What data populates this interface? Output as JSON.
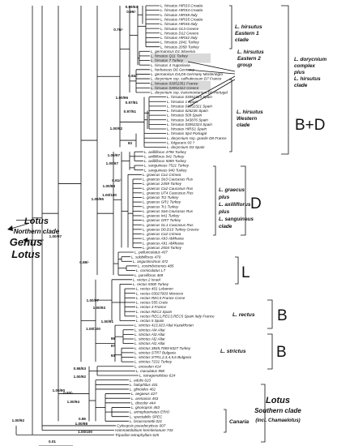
{
  "tree": {
    "leaves": [
      "L. hirsutus HIRS3 Croatia",
      "L. hirsutus HIRS4 Croatia",
      "L. hirsutus HIRS8 Italy",
      "L. hirsutus HIRS5 Croatia",
      "L. hirsutus HIRS6 Italy",
      "L. hirsutus Gc3 Greece",
      "L. hirsutus D12 Greece",
      "L. hirsutus HIRS2 Italy",
      "L. hirsutus 1841 Turkey",
      "L. hirsutus 2058 Turkey",
      "L. germanicus D1 Slovenia",
      "L. hirsutus Q11 Turkey",
      "L. hirsutus 7 Turkey",
      "L. hirsutus 4 Yugoslavia",
      "L. herbaceus D6 Germany",
      "L. germanicus D4,D5 Germany Montenegro",
      "L. dorycnium ssp. suffruticosum D7 France",
      "L. hirsutus 03052351 France",
      "L. hirsutus 03052322 Greece",
      "L. dorycnium ssp. transmontanum D2 Portugal",
      "L. hirsutus 03052323 Spain",
      "L. hirsutus 1 Spain",
      "L. hirsutus 03052321 Spain",
      "L. hirsutus 626236 Spain",
      "L. hirsutus 509 Spain",
      "L. hirsutus 343876 Spain",
      "L. hirsutus 03052324 Spain",
      "L. hirsutus HIRS1 Spain",
      "L. hirsutus Sp4 Portugal",
      "L. dorycnium ssp. gracile D8 France",
      "L. fulgurans 93 ?",
      "L. dorycnium D3 Spain",
      "L. axilliflorus 4796 Turkey",
      "L. axilliflorus 941 Turkey",
      "L. axilliflorus 5089 Turkey",
      "L. sanguineus 7521 Turkey",
      "L. sanguineus 940 Turkey",
      "L. graecus Ca1 Crimea",
      "L. graecus So3 Caucasus Rus",
      "L. graecus 2459 Turkey",
      "L. graecus Ca2 Caucasus Rus",
      "L. graecus UT4 Caucasus Rus",
      "L. graecus Tr2 Turkey",
      "L. graecus GR1 Turkey",
      "L. graecus Tr1 Turkey",
      "L. graecus So6 Caucasus Rus",
      "L. graecus Int1 Turkey",
      "L. graecus GR7 Turkey",
      "L. graecus GL1 Caucasus Rus",
      "L. graecus D9,D10 Turkey Greece",
      "L. graecus Ca2 Crimea",
      "L. graecus Ab3 Abkhasia",
      "L. graecus Ab1 Abkhasia",
      "L. graecus 2504 Turkey",
      "L. pellunculatus 437",
      "L. subbiflorus 470",
      "L. angustissimus 472",
      "L. conimbricensis 485",
      "L. corniculatus L7",
      "L. parviflorus 469",
      "L. rectus 2 Israel",
      "L. rectus 9300 Turkey",
      "L. rectus 401 Lebanon",
      "L. rectus 03027003 Morocco",
      "L. rectus REC4 France Corse",
      "L. rectus 555 Crete",
      "L. rectus 3 France",
      "L. rectus REC2 Spain",
      "L. rectus REC1,REC3,REC5 Spain Italy France",
      "L. rectus 5 Spain",
      "L. strictus 413,923 Altai Kazakhstan",
      "L. strictus Al4 Altai",
      "L. strictus Al3 Altai",
      "L. strictus Al2 Altai",
      "L. strictus Al1 Altai",
      "L. strictus 3845,7069 8327 Turkey",
      "L. strictus STR7 Bulgaria",
      "L. strictus STR1,2,3,4,5,6 Bulgaria",
      "L. strictus 7231 Turkey",
      "L. eriosolen 414",
      "L. maculatus 958",
      "L. tetragonolobus 624",
      "L. edulis 623",
      "L. halophilus 431",
      "L. glinoides 461",
      "L. aegaeus 427",
      "L. arenarius 453",
      "L. discolor 444",
      "L. gnonopsis 453",
      "L. arinopharinatus ERIO",
      "L. spectabilis SPEC",
      "L. broussonettii 021",
      "Cytisopsis pseudocytisus 007",
      "Hammatolobium kremlerianum 743",
      "Tripodion tetraphyllum 625"
    ],
    "supports": [
      "0.99/63",
      "0.99/-",
      "0.76/-",
      "0.84/-",
      "1.00/97",
      "0.97/51",
      "1.00/92",
      "1.00/96",
      "0.97/81",
      "93",
      "1.00/67",
      "0.61/-",
      "1.00/83",
      "1.00/100",
      "1.00/95",
      "1.00/97",
      "0.89/-",
      "1.00/90",
      "1.00/97",
      "1.00/93",
      "1.00/91",
      "1.00/100",
      "0.98/53",
      "1.00/92",
      "0.93/-",
      "1.00/94",
      "0.86",
      "1.00/98",
      "1.00/100",
      "1.00/92",
      "99",
      "97",
      "93"
    ],
    "clade_labels": {
      "eastern1": "L. hirsutus Eastern 1 clade",
      "eastern2": "L. hirsutus Eastern 2 group",
      "dorycnium": "L. dorycnium complex plus L. hirsutus clade",
      "western": "L. hirsutus Western clade",
      "graecus": "L. graecus plus L. axilliflorus plus L. sanguineus clade",
      "rectus": "L. rectus",
      "strictus": "L. strictus",
      "canaria": "Canaria",
      "northern_1": "Lotus",
      "northern_2": "Northern clade",
      "genus_1": "Genus",
      "genus_2": "Lotus",
      "southern_1": "Lotus",
      "southern_2": "Southern clade",
      "southern_3": "(incl. Chamaelotus)"
    },
    "section_letters": {
      "bd": "B+D",
      "d": "D",
      "l": "L",
      "b_rectus": "B",
      "b_strictus": "B"
    },
    "scale": "0.01"
  }
}
